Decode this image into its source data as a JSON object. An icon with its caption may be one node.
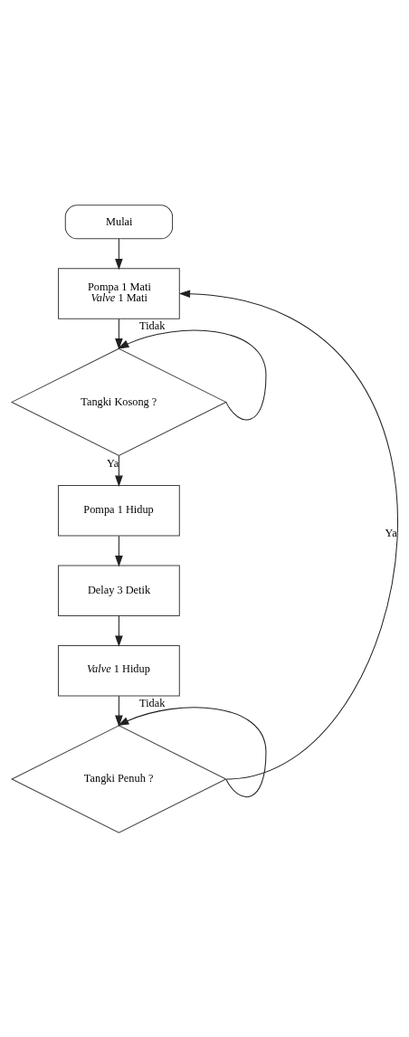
{
  "diagram": {
    "nodes": [
      {
        "text": [
          "Mulai"
        ]
      },
      {
        "text": [
          "Pompa 1 Mati",
          "*Valve* 1 Mati"
        ]
      },
      {
        "text": [
          "Tangki Kosong ?"
        ]
      },
      {
        "text": [
          "Pompa 1 Hidup"
        ]
      },
      {
        "text": [
          "Delay 3 Detik"
        ]
      },
      {
        "text": [
          "*Valve* 1 Hidup"
        ]
      },
      {
        "text": [
          "Tangki Penuh ?"
        ]
      }
    ],
    "edges": [
      {
        "from": 0,
        "to": 1,
        "arrow": "to"
      },
      {
        "from": 1,
        "to": 2,
        "arrow": "to"
      },
      {
        "from": 2,
        "to": 2,
        "arrow": "to",
        "label": "Tidak"
      },
      {
        "from": 2,
        "to": 3,
        "arrow": "to",
        "label": "Ya"
      },
      {
        "from": 3,
        "to": 4,
        "arrow": "to"
      },
      {
        "from": 4,
        "to": 5,
        "arrow": "to"
      },
      {
        "from": 5,
        "to": 6,
        "arrow": "to"
      },
      {
        "from": 6,
        "to": 6,
        "arrow": "to",
        "label": "Tidak"
      },
      {
        "from": 6,
        "to": 1,
        "arrow": "to",
        "label": "Ya"
      }
    ]
  }
}
